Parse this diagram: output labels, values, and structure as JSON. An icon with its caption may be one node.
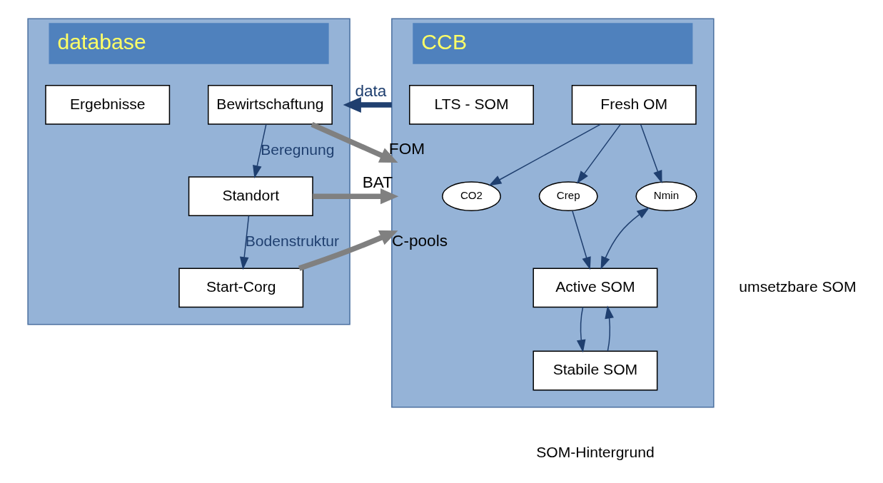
{
  "diagram": {
    "nodes": [
      {
        "text": [
          "database"
        ]
      },
      {
        "text": [
          "Bewirtschaftung"
        ],
        "in": 0
      },
      {
        "text": [
          "Standort"
        ],
        "in": 0
      },
      {
        "text": [
          "Start-Corg"
        ],
        "in": 0
      },
      {
        "text": [
          "Ergebnisse"
        ],
        "in": 0
      },
      {
        "text": [
          "CCB"
        ]
      },
      {
        "text": [
          "CO2"
        ],
        "in": 5
      },
      {
        "text": [
          "Fresh OM"
        ],
        "in": 5
      },
      {
        "text": [
          "Crep"
        ],
        "in": 5
      },
      {
        "text": [
          "Nmin"
        ],
        "in": 5
      },
      {
        "text": [
          "Active SOM"
        ],
        "in": 5
      },
      {
        "text": [
          "Stabile SOM"
        ],
        "in": 5
      },
      {
        "text": [
          "LTS - SOM"
        ],
        "in": 5
      }
    ],
    "edges": [
      {
        "from": 1,
        "to": 5,
        "arrow": "to",
        "label": "FOM",
        "style": "thick",
        "color": "#808080"
      },
      {
        "from": 1,
        "to": 2,
        "arrow": "to",
        "label": "Beregnung"
      },
      {
        "from": 2,
        "to": 5,
        "arrow": "to",
        "label": "BAT",
        "style": "thick",
        "color": "#808080"
      },
      {
        "from": 2,
        "to": 3,
        "arrow": "to",
        "label": "Bodenstruktur"
      },
      {
        "from": 3,
        "to": 5,
        "arrow": "to",
        "label": "C-pools",
        "style": "thick",
        "color": "#808080"
      },
      {
        "from": 7,
        "to": 6,
        "arrow": "to"
      },
      {
        "from": 7,
        "to": 8,
        "arrow": "to"
      },
      {
        "from": 7,
        "to": 9,
        "arrow": "to"
      },
      {
        "from": 8,
        "to": 10,
        "arrow": "to"
      },
      {
        "from": 9,
        "to": 10,
        "arrow": "both"
      },
      {
        "from": 10,
        "to": 11,
        "arrow": "to"
      },
      {
        "from": 11,
        "to": 10,
        "arrow": "to"
      },
      {
        "from": 5,
        "to": 0,
        "arrow": "to",
        "label": "data",
        "style": "thick"
      }
    ],
    "labels": [
      "umsetzbare SOM",
      "SOM-Hintergrund"
    ]
  }
}
